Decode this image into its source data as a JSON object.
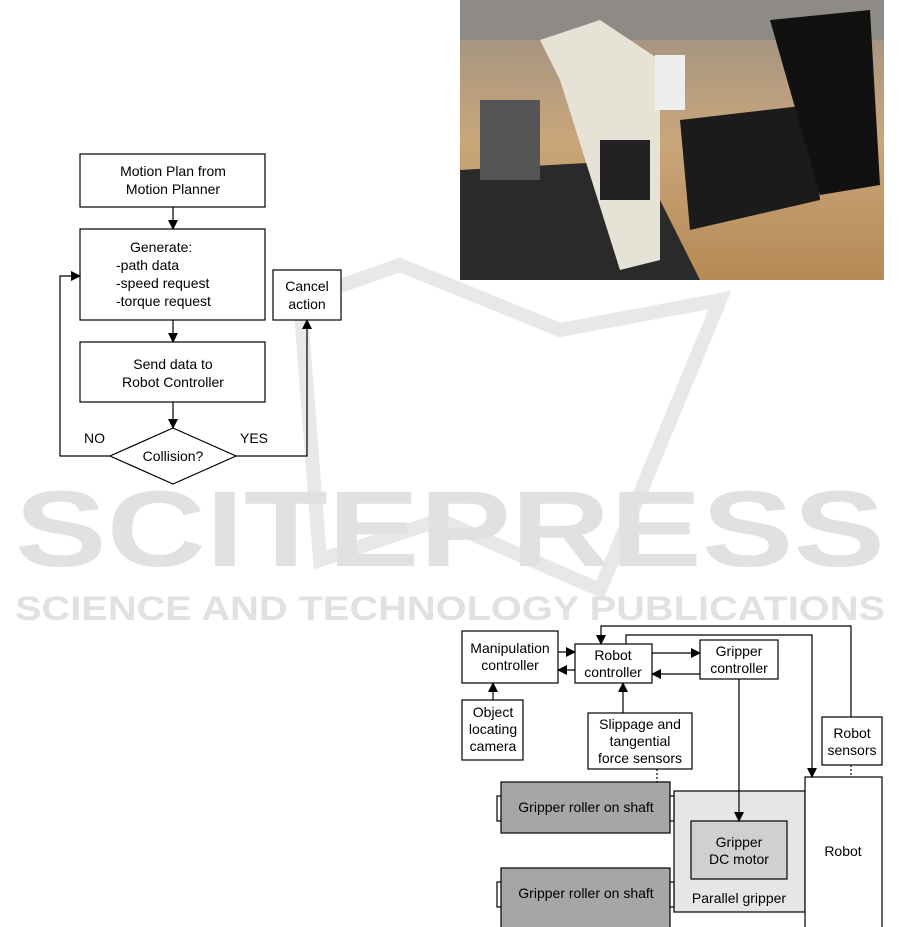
{
  "watermark": {
    "title": "SCITEPRESS",
    "subtitle": "SCIENCE AND TECHNOLOGY PUBLICATIONS"
  },
  "flowchart": {
    "box1": [
      "Motion Plan from",
      "Motion Planner"
    ],
    "box2": [
      "Generate:",
      "-path data",
      "-speed request",
      "-torque request"
    ],
    "cancel": [
      "Cancel",
      "action"
    ],
    "box3": [
      "Send data to",
      "Robot Controller"
    ],
    "decision": "Collision?",
    "no_label": "NO",
    "yes_label": "YES"
  },
  "block_diagram": {
    "manipulation_controller": [
      "Manipulation",
      "controller"
    ],
    "robot_controller": [
      "Robot",
      "controller"
    ],
    "gripper_controller": [
      "Gripper",
      "controller"
    ],
    "camera": [
      "Object",
      "locating",
      "camera"
    ],
    "slippage_sensors": [
      "Slippage and",
      "tangential",
      "force sensors"
    ],
    "robot_sensors": [
      "Robot",
      "sensors"
    ],
    "roller_1": "Gripper roller on shaft",
    "roller_2": "Gripper roller on shaft",
    "dc_motor": [
      "Gripper",
      "DC motor"
    ],
    "parallel_gripper": "Parallel gripper",
    "robot": "Robot"
  }
}
